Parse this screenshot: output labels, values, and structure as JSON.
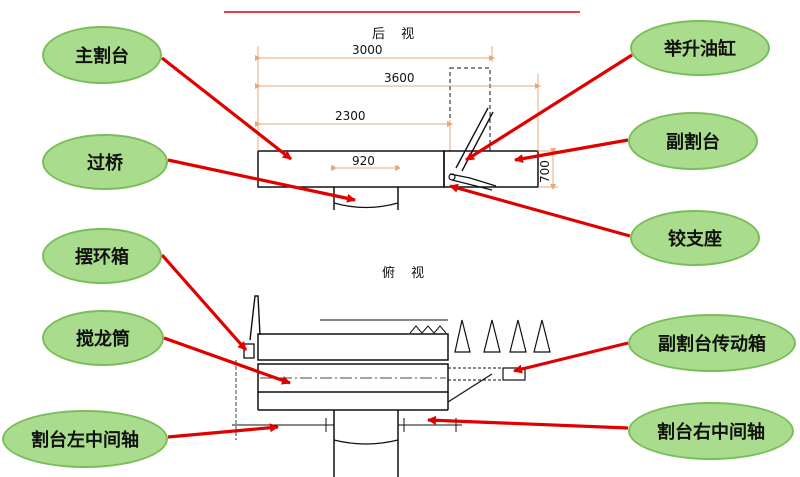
{
  "views": {
    "rear_title": "后 视",
    "top_title": "俯 视"
  },
  "dimensions": {
    "d3000": "3000",
    "d3600": "3600",
    "d2300": "2300",
    "d920": "920",
    "d700": "700"
  },
  "labels": {
    "main_cutting_table": "主割台",
    "lift_cylinder": "举升油缸",
    "bridge": "过桥",
    "aux_cutting_table": "副割台",
    "hinge_support": "铰支座",
    "wobble_box": "摆环箱",
    "auger": "搅龙筒",
    "aux_table_gearbox": "副割台传动箱",
    "left_middle_shaft": "割台左中间轴",
    "right_middle_shaft": "割台右中间轴"
  },
  "colors": {
    "label_fill": "#a9dc8c",
    "label_border": "#7bbd5a",
    "arrow": "#e00000",
    "dimension_line": "#e8a878",
    "drawing_line": "#111111"
  }
}
